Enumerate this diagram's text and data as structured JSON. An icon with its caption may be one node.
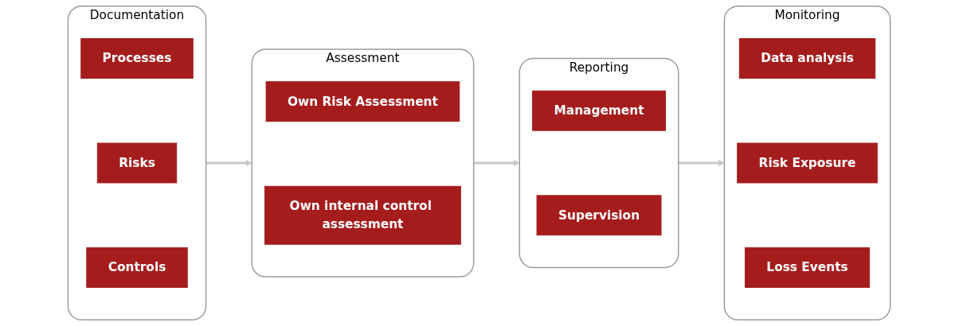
{
  "diagram": {
    "nodes": [
      {
        "text": [
          "Documentation"
        ]
      },
      {
        "text": [
          "Processes"
        ],
        "in": 0
      },
      {
        "text": [
          "Risks"
        ],
        "in": 0
      },
      {
        "text": [
          "Controls"
        ],
        "in": 0
      },
      {
        "text": [
          "Assessment"
        ]
      },
      {
        "text": [
          "Own Risk Assessment"
        ],
        "in": 4
      },
      {
        "text": [
          "Own internal control assessment"
        ],
        "in": 4
      },
      {
        "text": [
          "Reporting"
        ]
      },
      {
        "text": [
          "Management"
        ],
        "in": 7
      },
      {
        "text": [
          "Supervision"
        ],
        "in": 7
      },
      {
        "text": [
          "Monitoring"
        ]
      },
      {
        "text": [
          "Data analysis"
        ],
        "in": 10
      },
      {
        "text": [
          "Risk Exposure"
        ],
        "in": 10
      },
      {
        "text": [
          "Loss Events"
        ],
        "in": 10
      }
    ],
    "edges": [
      {
        "from": 0,
        "to": 4,
        "arrow": "to",
        "color": "#c8c8c8"
      },
      {
        "from": 4,
        "to": 7,
        "arrow": "to",
        "color": "#c8c8c8"
      },
      {
        "from": 7,
        "to": 10,
        "arrow": "to",
        "color": "#c8c8c8"
      }
    ]
  }
}
